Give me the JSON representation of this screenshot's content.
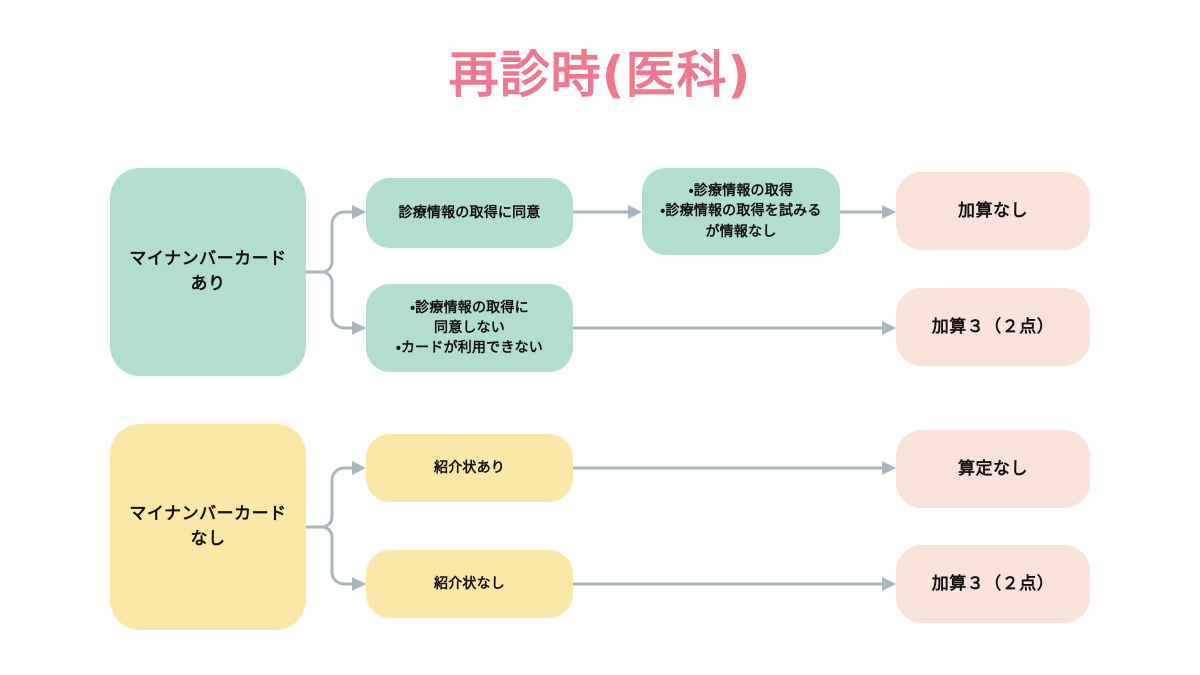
{
  "page": {
    "title": "再診時(医科)",
    "title_color": "#ef798f",
    "background": "#ffffff"
  },
  "palette": {
    "green": "#b2ded0",
    "yellow": "#fbe8a6",
    "pink": "#f9e3da",
    "connector": "#a9b7bd",
    "text": "#13110f"
  },
  "flow": {
    "branches": [
      {
        "root_label": "マイナンバーカード\nあり",
        "root_color": "green",
        "paths": [
          {
            "steps": [
              {
                "label": "診療情報の取得に同意",
                "color": "green"
              },
              {
                "label": "・診療情報の取得\n・診療情報の取得を試みる\nが情報なし",
                "color": "green"
              }
            ],
            "result": {
              "label": "加算なし",
              "color": "pink"
            }
          },
          {
            "steps": [
              {
                "label": "・診療情報の取得に\n同意しない\n・カードが利用できない",
                "color": "green"
              }
            ],
            "result": {
              "label": "加算３（２点）",
              "color": "pink"
            }
          }
        ]
      },
      {
        "root_label": "マイナンバーカード\nなし",
        "root_color": "yellow",
        "paths": [
          {
            "steps": [
              {
                "label": "紹介状あり",
                "color": "yellow"
              }
            ],
            "result": {
              "label": "算定なし",
              "color": "pink"
            }
          },
          {
            "steps": [
              {
                "label": "紹介状なし",
                "color": "yellow"
              }
            ],
            "result": {
              "label": "加算３（２点）",
              "color": "pink"
            }
          }
        ]
      }
    ]
  }
}
